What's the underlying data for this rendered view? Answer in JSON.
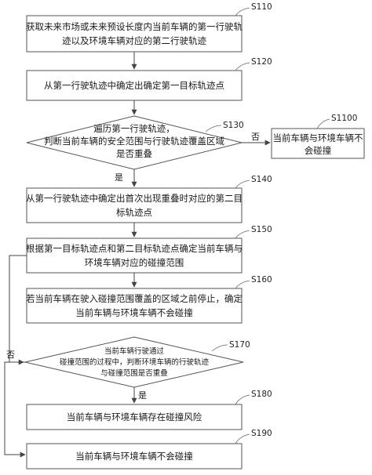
{
  "nodes": {
    "s110": {
      "step": "S110",
      "lines": [
        "获取未来市场或未来预设长度内当前车辆的第一行驶轨",
        "迹以及环境车辆对应的第二行驶轨迹"
      ]
    },
    "s120": {
      "step": "S120",
      "lines": [
        "从第一行驶轨迹中确定出确定第一目标轨迹点"
      ]
    },
    "s130": {
      "step": "S130",
      "lines": [
        "遍历第一行驶轨迹，",
        "判断当前车辆的安全范围与行驶轨迹覆盖区域",
        "是否重叠"
      ]
    },
    "s1100": {
      "step": "S1100",
      "lines": [
        "当前车辆与环境车辆不",
        "会碰撞"
      ]
    },
    "s140": {
      "step": "S140",
      "lines": [
        "从第一行驶轨迹中确定出首次出现重叠时对应的第二目",
        "标轨迹点"
      ]
    },
    "s150": {
      "step": "S150",
      "lines": [
        "根据第一目标轨迹点和第二目标轨迹点确定当前车辆与",
        "环境车辆对应的碰撞范围"
      ]
    },
    "s160": {
      "step": "S160",
      "lines": [
        "若当前车辆在驶入碰撞范围覆盖的区域之前停止，确定",
        "当前车辆与环境车辆不会碰撞"
      ]
    },
    "s170": {
      "step": "S170",
      "lines": [
        "当前车辆行驶通过",
        "碰撞范围的过程中，判断环境车辆的行驶轨迹",
        "与碰撞范围是否重叠"
      ]
    },
    "s180": {
      "step": "S180",
      "lines": [
        "当前车辆与环境车辆存在碰撞风险"
      ]
    },
    "s190": {
      "step": "S190",
      "lines": [
        "当前车辆与环境车辆不会碰撞"
      ]
    }
  },
  "branches": {
    "s130_no": "否",
    "s130_yes": "是",
    "s170_no": "否",
    "s170_yes": "是"
  }
}
